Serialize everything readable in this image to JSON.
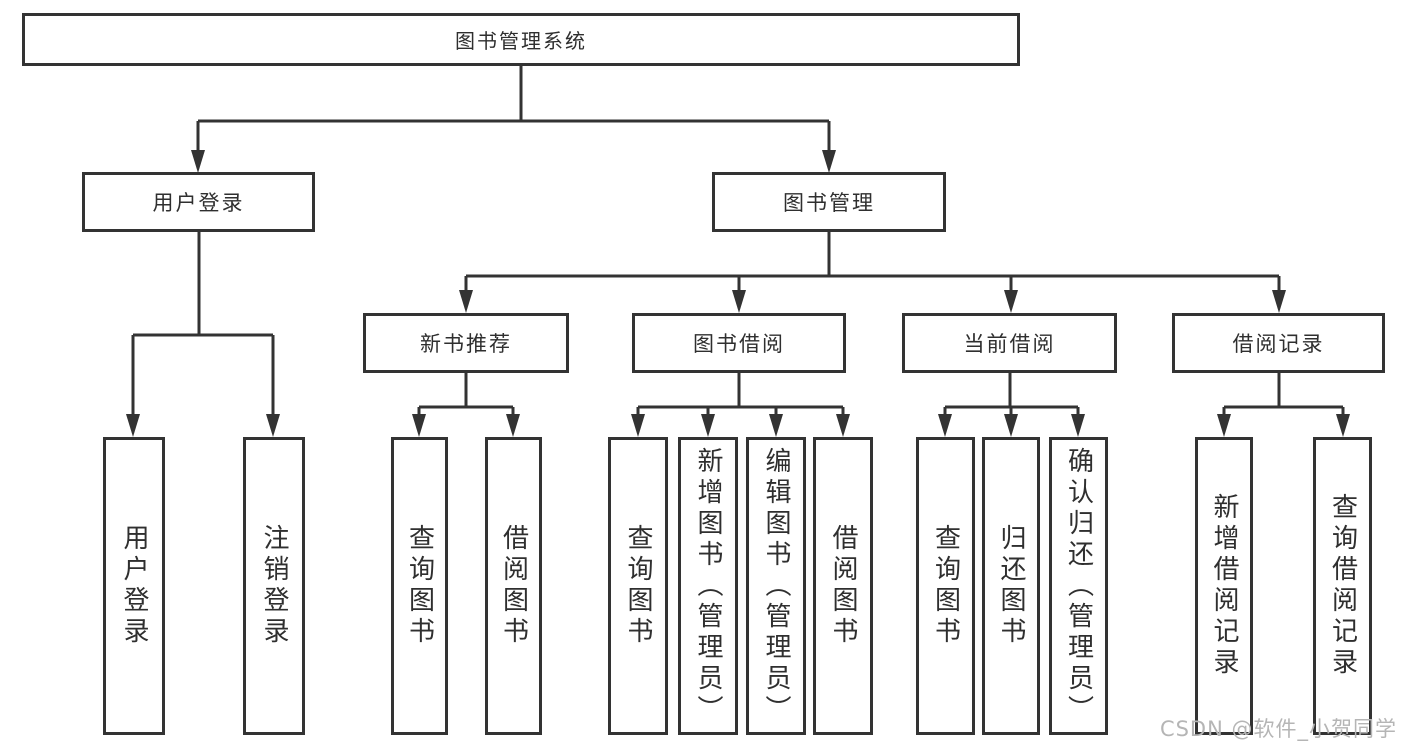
{
  "diagram": {
    "root": {
      "label": "图书管理系统"
    },
    "branches": [
      {
        "label": "用户登录",
        "children": [
          {
            "label": "用户登录"
          },
          {
            "label": "注销登录"
          }
        ]
      },
      {
        "label": "图书管理",
        "children": [
          {
            "label": "新书推荐",
            "children": [
              {
                "label": "查询图书"
              },
              {
                "label": "借阅图书"
              }
            ]
          },
          {
            "label": "图书借阅",
            "children": [
              {
                "label": "查询图书"
              },
              {
                "label": "新增图书（管理员）"
              },
              {
                "label": "编辑图书（管理员）"
              },
              {
                "label": "借阅图书"
              }
            ]
          },
          {
            "label": "当前借阅",
            "children": [
              {
                "label": "查询图书"
              },
              {
                "label": "归还图书"
              },
              {
                "label": "确认归还（管理员）"
              }
            ]
          },
          {
            "label": "借阅记录",
            "children": [
              {
                "label": "新增借阅记录"
              },
              {
                "label": "查询借阅记录"
              }
            ]
          }
        ]
      }
    ]
  },
  "watermark": "CSDN @软件_小贺同学",
  "colors": {
    "line": "#333333",
    "fill": "#ffffff",
    "text": "#2f2f2f",
    "watermark": "#b5b5b5",
    "bg": "#ffffff"
  }
}
